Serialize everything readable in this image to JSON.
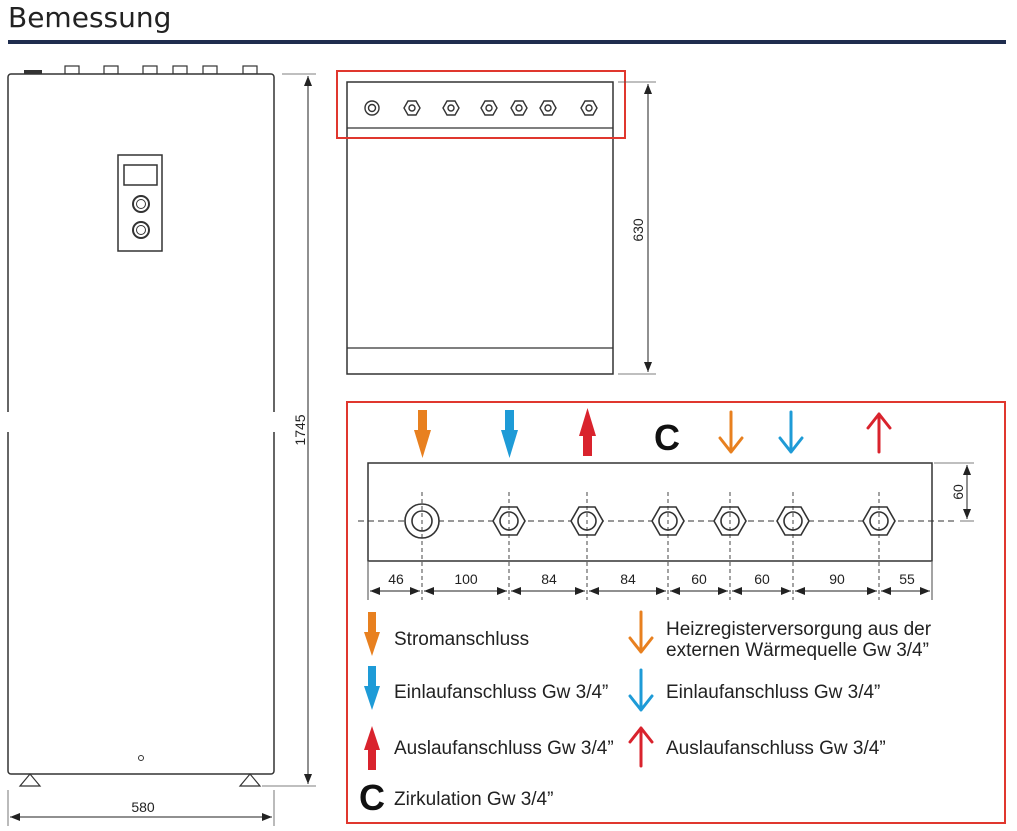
{
  "page_title": "Bemessung",
  "front_view": {
    "width_label": "580",
    "height_label": "1745"
  },
  "top_view": {
    "height_label": "630"
  },
  "connection_panel": {
    "c_symbol": "C",
    "height_label": "60",
    "spacings": [
      "46",
      "100",
      "84",
      "84",
      "60",
      "60",
      "90",
      "55"
    ]
  },
  "legend": {
    "items": [
      {
        "symbol": "arrow-down-orange",
        "text": "Stromanschluss"
      },
      {
        "symbol": "arrow-down-blue",
        "text": "Einlaufanschluss Gw 3/4”"
      },
      {
        "symbol": "arrow-up-red",
        "text": "Auslaufanschluss Gw 3/4”"
      },
      {
        "symbol": "C",
        "text": "Zirkulation Gw 3/4”"
      },
      {
        "symbol": "arrow-down-orange-outline",
        "line1": "Heizregisterversorgung aus der",
        "line2": "externen Wärmequelle Gw 3/4”"
      },
      {
        "symbol": "arrow-down-blue-outline",
        "text": "Einlaufanschluss Gw 3/4”"
      },
      {
        "symbol": "arrow-up-red-outline",
        "text": "Auslaufanschluss Gw 3/4”"
      }
    ]
  },
  "colors": {
    "orange": "#e8801f",
    "blue": "#1e9bd7",
    "red": "#d9232d",
    "highlight": "#e0372e",
    "rule": "#1f2d4e"
  }
}
